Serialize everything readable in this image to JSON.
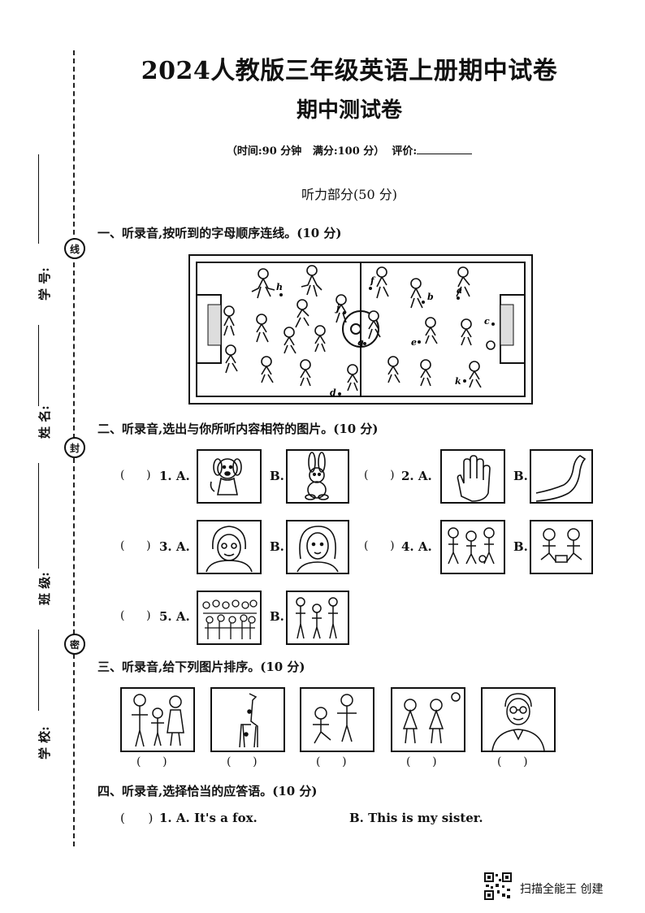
{
  "header": {
    "title": "2024人教版三年级英语上册期中试卷",
    "subtitle": "期中测试卷",
    "info": "（时间:90 分钟   满分:100 分）  评价:",
    "part": "听力部分(50 分)"
  },
  "binding": {
    "labels": [
      "学  号:",
      "姓  名:",
      "班  级:",
      "学  校:"
    ],
    "seals": [
      "线",
      "封",
      "密"
    ]
  },
  "section1": {
    "title": "一、听录音,按听到的字母顺序连线。(10 分)",
    "letters": [
      "h",
      "f",
      "j",
      "b",
      "a",
      "c",
      "e",
      "g",
      "d",
      "k"
    ]
  },
  "section2": {
    "title": "二、听录音,选出与你所听内容相符的图片。(10 分)",
    "paren": "(      )",
    "questions": [
      {
        "num": "1. A.",
        "b": "B."
      },
      {
        "num": "2. A.",
        "b": "B."
      },
      {
        "num": "3. A.",
        "b": "B."
      },
      {
        "num": "4. A.",
        "b": "B."
      },
      {
        "num": "5. A.",
        "b": "B."
      }
    ]
  },
  "section3": {
    "title": "三、听录音,给下列图片排序。(10 分)",
    "paren": "(      )"
  },
  "section4": {
    "title": "四、听录音,选择恰当的应答语。(10 分)",
    "q1": {
      "paren": "(      )",
      "num": "1. A. It's a fox.",
      "b": "B. This is my sister."
    }
  },
  "footer": {
    "text": "扫描全能王  创建"
  }
}
